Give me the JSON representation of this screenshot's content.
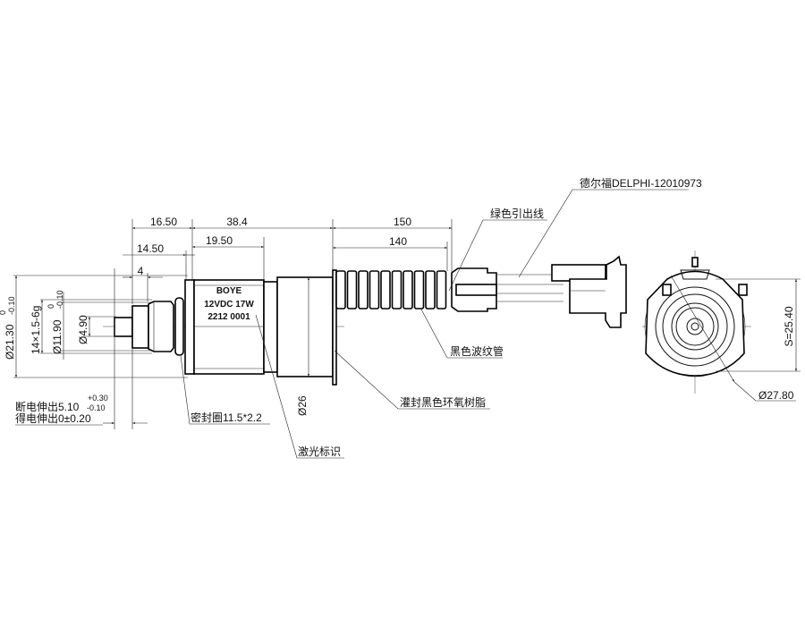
{
  "drawing": {
    "dimensions": {
      "d_16_50": "16.50",
      "d_38_4": "38.4",
      "d_150": "150",
      "d_14_50": "14.50",
      "d_19_50": "19.50",
      "d_140": "140",
      "d_4": "4",
      "dia_21_30": "Ø21.30",
      "dia_21_30_tol_upper": "0",
      "dia_21_30_tol_lower": "-0.10",
      "thread": "14×1.5-6g",
      "dia_11_90": "Ø11.90",
      "dia_11_90_tol_upper": "0",
      "dia_11_90_tol_lower": "-0.10",
      "dia_4_90": "Ø4.90",
      "dia_26": "Ø26",
      "across_flats": "S=25.40",
      "dia_27_80": "Ø27.80"
    },
    "stroke": {
      "off_label": "断电伸出5.10",
      "off_tol_upper": "+0.30",
      "off_tol_lower": "-0.10",
      "on_label": "得电伸出0±0.20"
    },
    "marking": {
      "line1": "BOYE",
      "line2": "12VDC 17W",
      "line3": "2212 0001"
    },
    "callouts": {
      "seal_ring": "密封圈11.5*2.2",
      "laser_mark": "激光标识",
      "potting": "灌封黑色环氧树脂",
      "corrugated_tube": "黑色波纹管",
      "green_lead": "绿色引出线",
      "connector": "德尔福DELPHI-12010973"
    }
  }
}
